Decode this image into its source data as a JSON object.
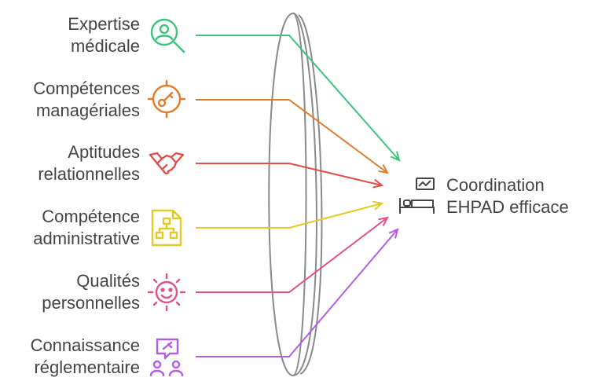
{
  "inputs": [
    {
      "line1": "Expertise",
      "line2": "médicale",
      "icon": "doctor-search-icon",
      "color": "#3cc47c"
    },
    {
      "line1": "Compétences",
      "line2": "managériales",
      "icon": "target-key-icon",
      "color": "#e07c2c"
    },
    {
      "line1": "Aptitudes",
      "line2": "relationnelles",
      "icon": "handshake-icon",
      "color": "#e0504a"
    },
    {
      "line1": "Compétence",
      "line2": "administrative",
      "icon": "org-chart-document-icon",
      "color": "#e0cc26"
    },
    {
      "line1": "Qualités",
      "line2": "personnelles",
      "icon": "smiley-sun-icon",
      "color": "#e0508c"
    },
    {
      "line1": "Connaissance",
      "line2": "réglementaire",
      "icon": "people-regulation-icon",
      "color": "#b35ee0"
    }
  ],
  "output": {
    "line1": "Coordination",
    "line2": "EHPAD efficace",
    "icons": [
      "chart-frame-icon",
      "bed-icon"
    ]
  },
  "lens": {
    "name": "lens",
    "color": "#888888"
  }
}
